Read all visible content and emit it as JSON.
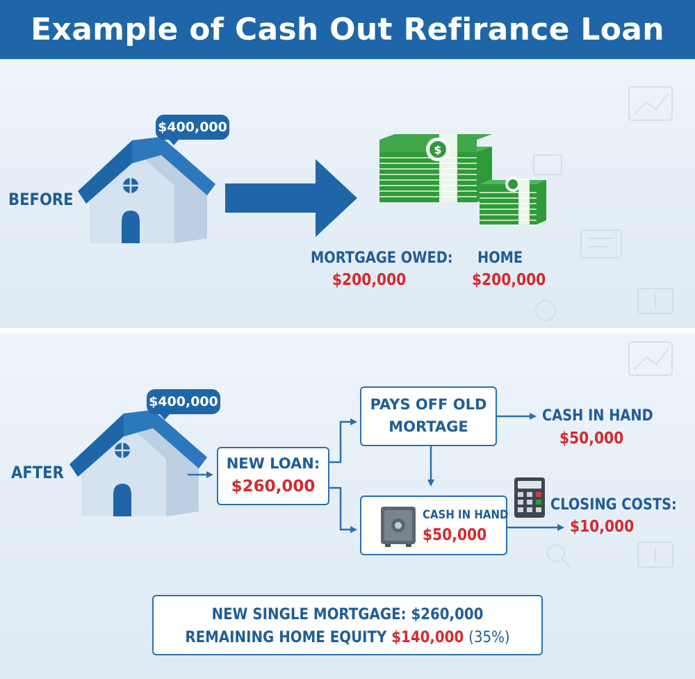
{
  "title": "Example of Cash Out Refirance Loan",
  "before": {
    "label": "BEFORE",
    "home_value": "$400,000",
    "mortgage_owed_label": "MORTGAGE OWED:",
    "mortgage_owed_value": "$200,000",
    "home_label": "HOME",
    "home_value_2": "$200,000"
  },
  "after": {
    "label": "AFTER",
    "home_value": "$400,000",
    "new_loan_label": "NEW LOAN:",
    "new_loan_value": "$260,000",
    "pays_off_line1": "PAYS OFF OLD",
    "pays_off_line2": "MORTAGE",
    "cash_in_hand_label": "CASH IN HAND",
    "cash_in_hand_value": "$50,000",
    "safe_label": "CASH IN HAND",
    "safe_value": "$50,000",
    "closing_costs_label": "CLOSING COSTS:",
    "closing_costs_value": "$10,000"
  },
  "summary": {
    "line1": "NEW SINGLE MORTGAGE: $260,000",
    "line2_prefix": "REMAINING HOME EQUITY",
    "line2_value": "$140,000",
    "line2_suffix": "(35%)"
  },
  "colors": {
    "brand_blue": "#1f66a8",
    "text_blue": "#1f5d96",
    "money_red": "#d42a2e",
    "cash_green": "#2f9a3a"
  }
}
